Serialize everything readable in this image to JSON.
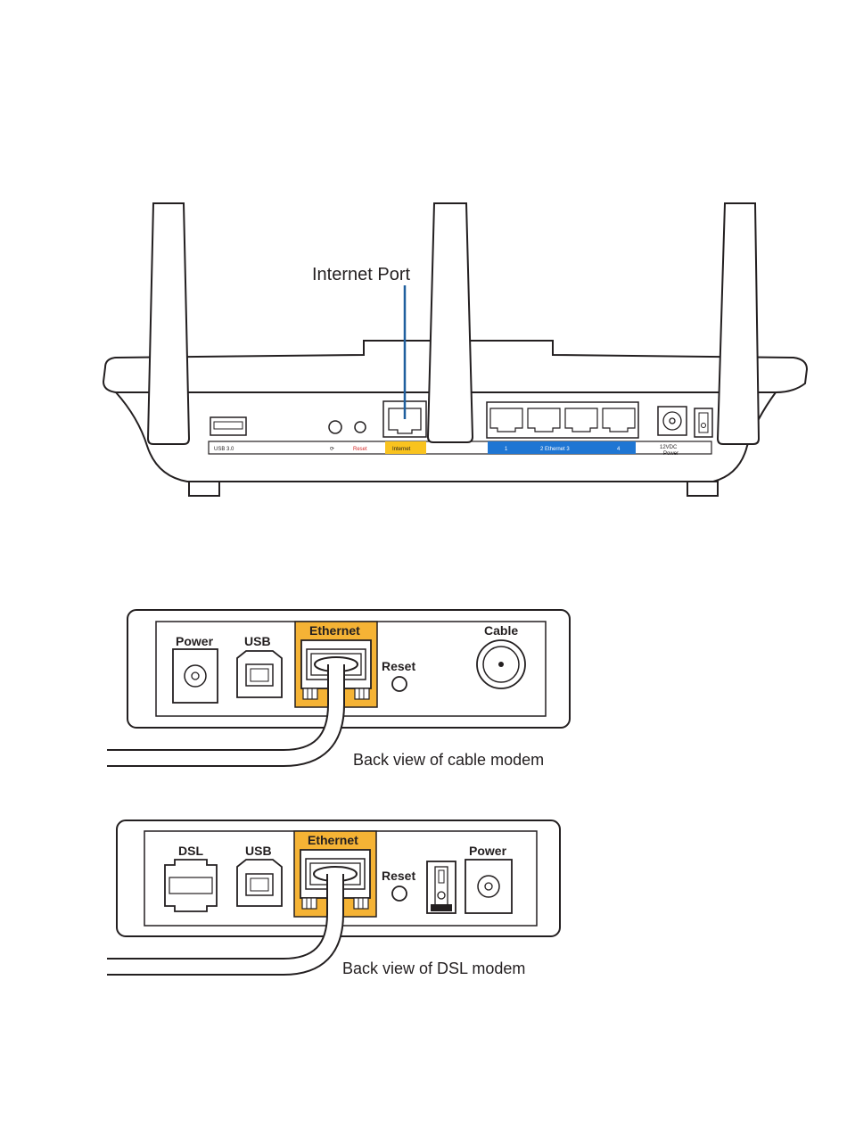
{
  "router": {
    "callout": "Internet Port",
    "labels": {
      "usb": "USB 3.0",
      "reset": "Reset",
      "internet": "Internet",
      "lan1": "1",
      "lan23": "2 Ethernet 3",
      "lan4": "4",
      "power_voltage": "12VDC",
      "power": "Power"
    },
    "colors": {
      "internet": "#f9c31f",
      "ethernet": "#1f76d3",
      "reset": "#d62b2b"
    }
  },
  "cable_modem": {
    "ports": {
      "power": "Power",
      "usb": "USB",
      "ethernet": "Ethernet",
      "reset": "Reset",
      "cable": "Cable"
    },
    "caption": "Back view of cable modem"
  },
  "dsl_modem": {
    "ports": {
      "dsl": "DSL",
      "usb": "USB",
      "ethernet": "Ethernet",
      "reset": "Reset",
      "power": "Power"
    },
    "caption": "Back view of DSL modem"
  },
  "colors": {
    "ethernet_highlight": "#f5b335",
    "stroke": "#231f20"
  }
}
